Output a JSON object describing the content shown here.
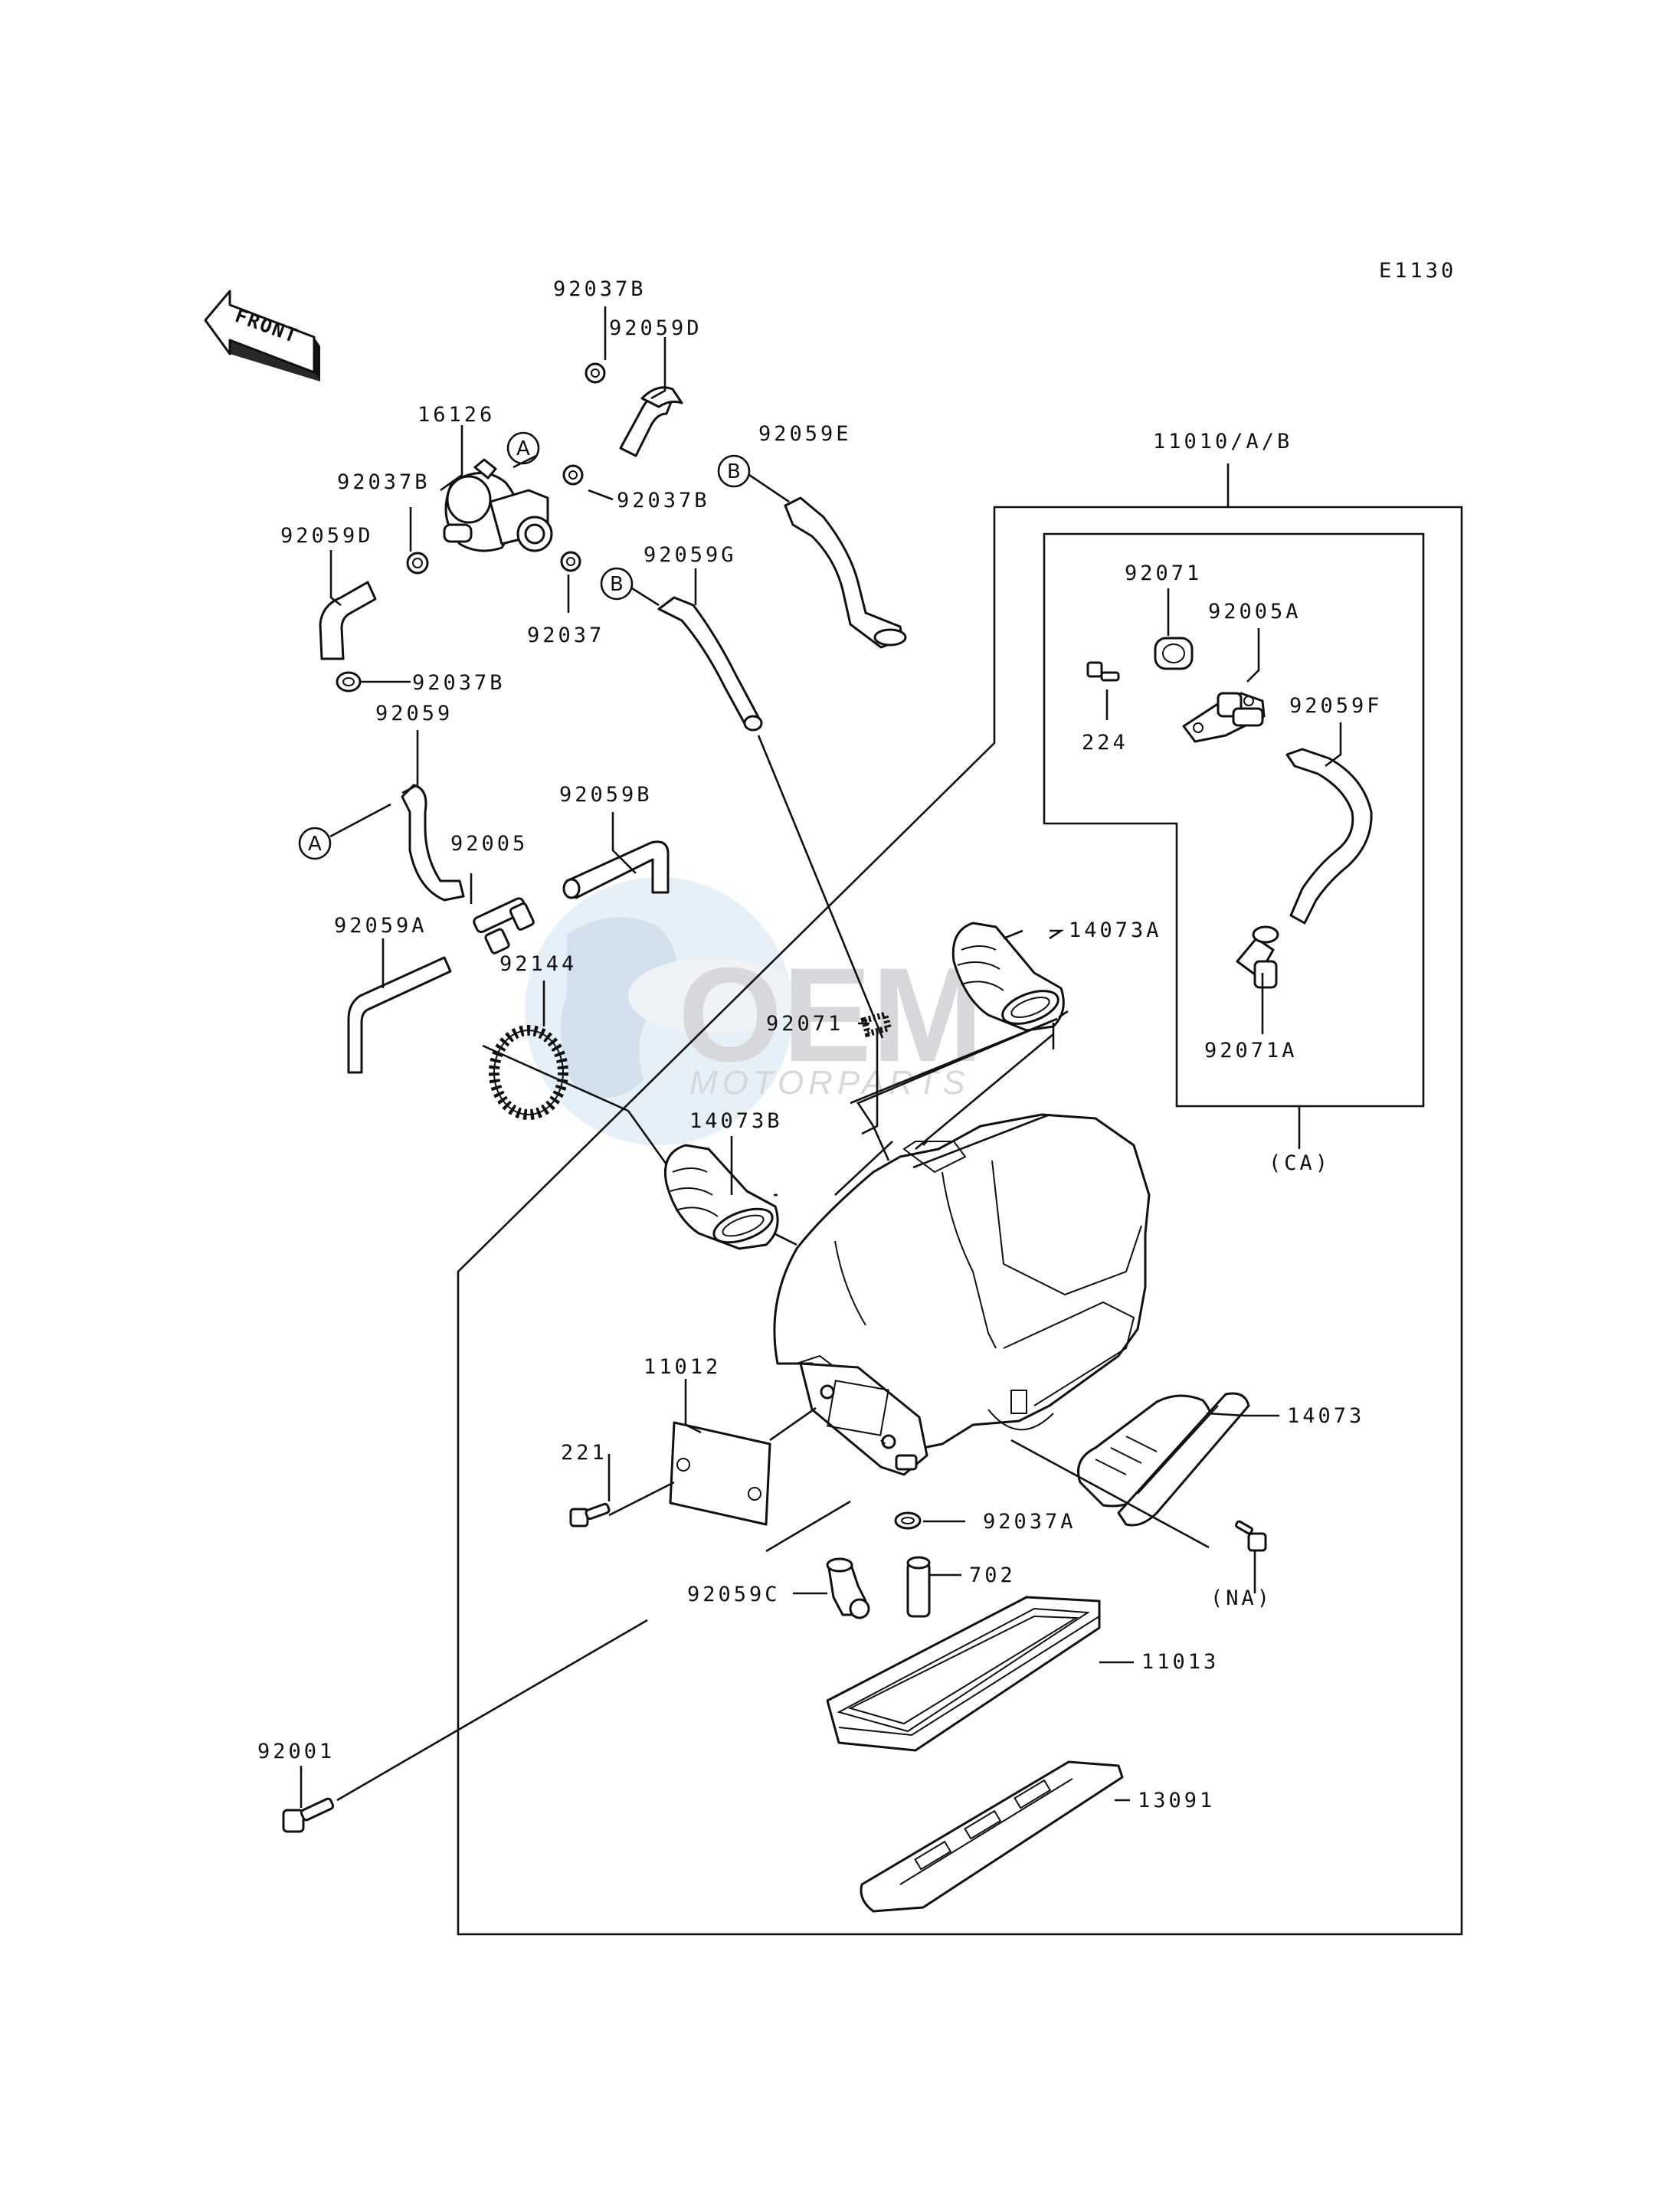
{
  "diagram_code": "E1130",
  "front_label": "FRONT",
  "watermark": {
    "brand": "OEM",
    "sub": "MOTORPARTS"
  },
  "callouts": {
    "a": "A",
    "b": "B"
  },
  "labels": {
    "p92037B_top": "92037B",
    "p92059D_top": "92059D",
    "p16126": "16126",
    "p92059E": "92059E",
    "p11010": "11010/A/B",
    "p92037B_left": "92037B",
    "p92037B_mid": "92037B",
    "p92059D_left": "92059D",
    "p92059G": "92059G",
    "p92037": "92037",
    "p92037B_low": "92037B",
    "p92059": "92059",
    "p92071_box": "92071",
    "p92005A": "92005A",
    "p224": "224",
    "p92059F": "92059F",
    "p92059B": "92059B",
    "p92005": "92005",
    "p14073A": "14073A",
    "p92059A": "92059A",
    "p92144": "92144",
    "p92071": "92071",
    "p92071A": "92071A",
    "p14073B": "14073B",
    "pCA": "(CA)",
    "p11012": "11012",
    "p14073": "14073",
    "p221": "221",
    "p92037A": "92037A",
    "pNA": "(NA)",
    "p92059C": "92059C",
    "p702": "702",
    "p11013": "11013",
    "p92001": "92001",
    "p13091": "13091"
  }
}
